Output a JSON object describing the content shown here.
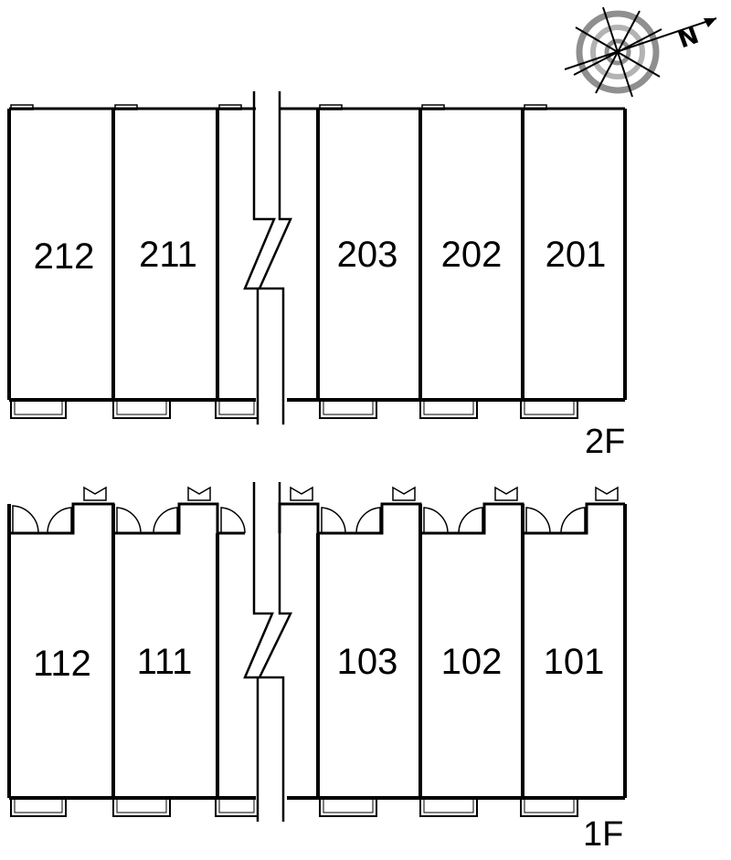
{
  "compass": {
    "north_letter": "N",
    "icon": "compass-icon"
  },
  "floors": [
    {
      "id": "2F",
      "label": "2F",
      "units": [
        "212",
        "211",
        "203",
        "202",
        "201"
      ]
    },
    {
      "id": "1F",
      "label": "1F",
      "units": [
        "112",
        "111",
        "103",
        "102",
        "101"
      ]
    }
  ],
  "colors": {
    "line": "#000000",
    "compass_grey": "#9a9a9a"
  }
}
